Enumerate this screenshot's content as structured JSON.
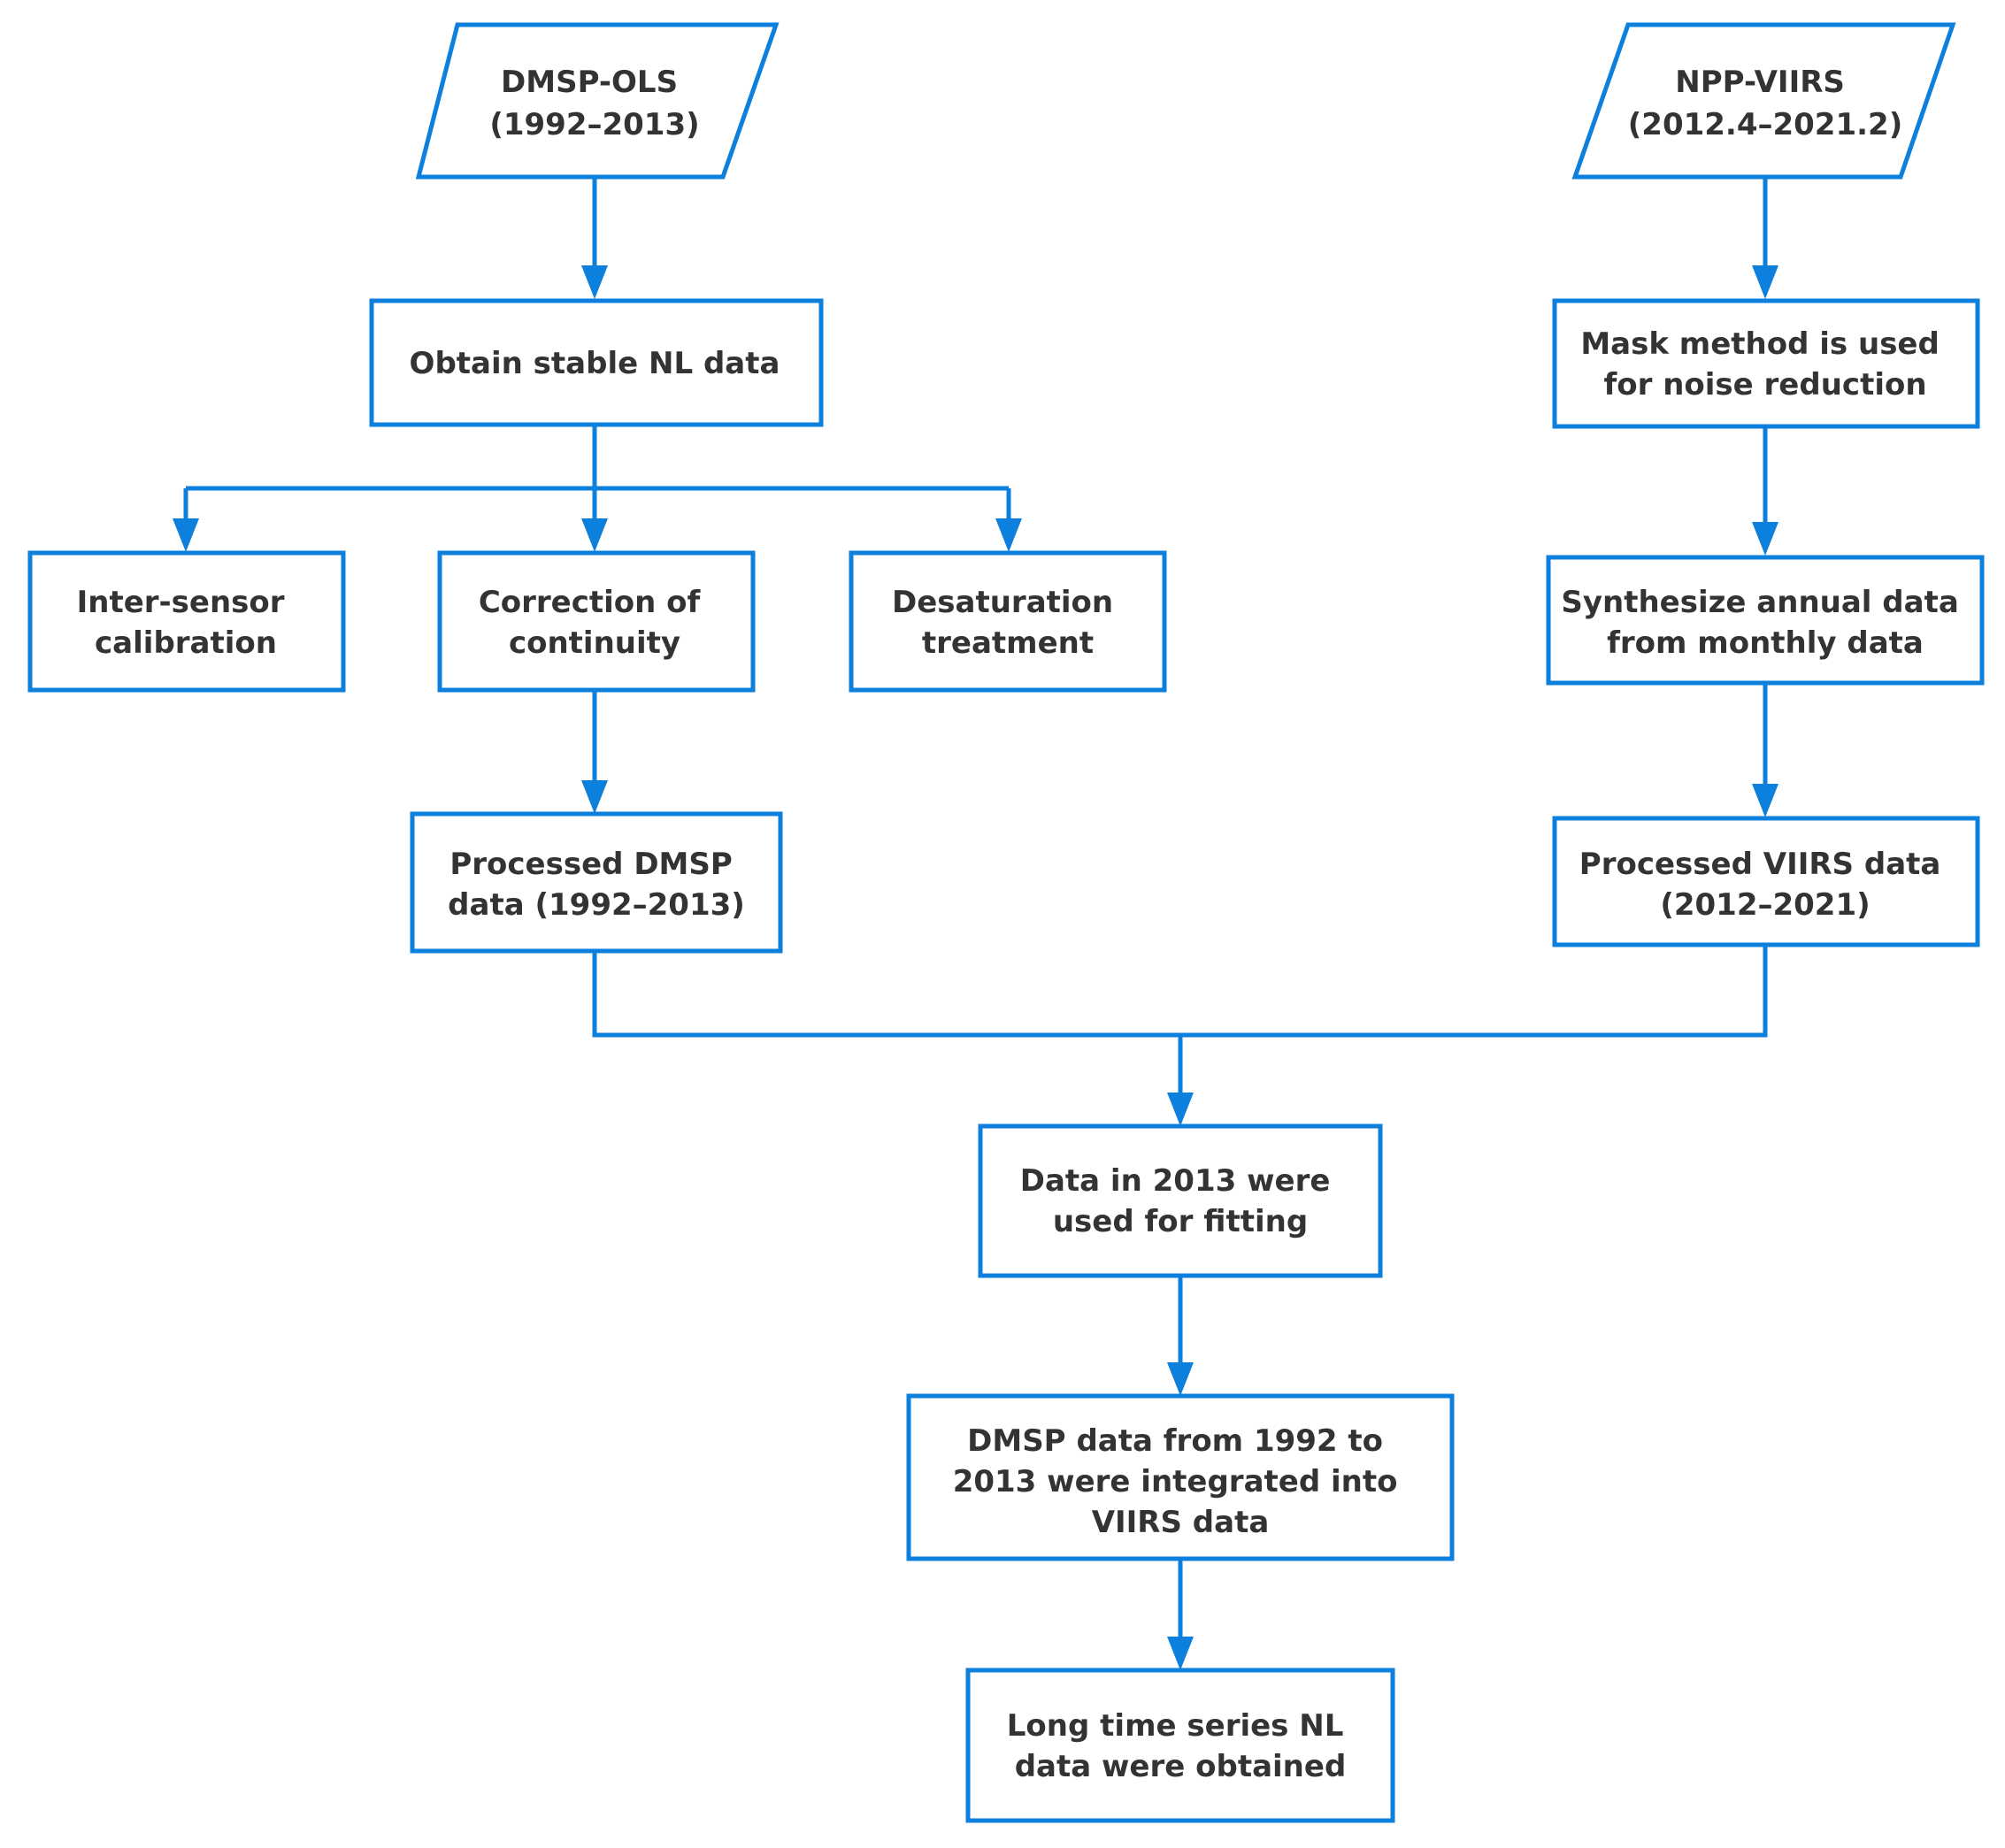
{
  "nodes": {
    "dmsp_source": {
      "lines": [
        "DMSP-OLS",
        "(1992–2013)"
      ]
    },
    "viirs_source": {
      "lines": [
        "NPP-VIIRS",
        "(2012.4–2021.2)"
      ]
    },
    "obtain_stable": {
      "lines": [
        "Obtain stable NL data"
      ]
    },
    "mask_method": {
      "lines": [
        "Mask method is used",
        "for noise reduction"
      ]
    },
    "inter_sensor": {
      "lines": [
        "Inter-sensor",
        "calibration"
      ]
    },
    "correction": {
      "lines": [
        "Correction of",
        "continuity"
      ]
    },
    "desaturation": {
      "lines": [
        "Desaturation",
        "treatment"
      ]
    },
    "synthesize": {
      "lines": [
        "Synthesize annual data",
        "from monthly data"
      ]
    },
    "processed_dmsp": {
      "lines": [
        "Processed DMSP",
        "data (1992–2013)"
      ]
    },
    "processed_viirs": {
      "lines": [
        "Processed VIIRS data",
        "(2012–2021)"
      ]
    },
    "fitting": {
      "lines": [
        "Data in 2013 were",
        "used for fitting"
      ]
    },
    "integrated": {
      "lines": [
        "DMSP data from 1992 to",
        "2013 were integrated into",
        "VIIRS data"
      ]
    },
    "final": {
      "lines": [
        "Long time series NL",
        "data were obtained"
      ]
    }
  },
  "colors": {
    "stroke": "#0d7fdc",
    "text": "#333333",
    "background": "#ffffff"
  }
}
